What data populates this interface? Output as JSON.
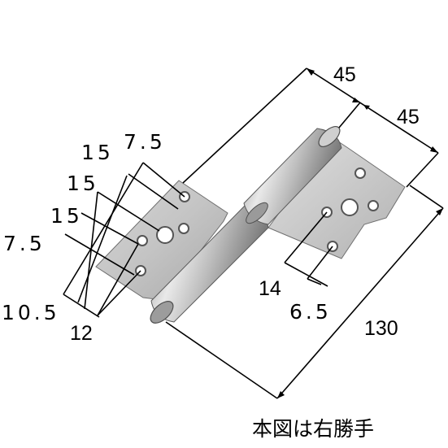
{
  "dimensions": {
    "overall_length": "130",
    "leaf_width_upper": "45",
    "leaf_width_lower": "45",
    "left_hole_offsets": [
      "15",
      "7.5",
      "15",
      "15",
      "7.5"
    ],
    "left_hole_spacing": [
      "10.5",
      "12"
    ],
    "right_hole_spacing": [
      "14",
      "6.5"
    ]
  },
  "caption": "本図は右勝手",
  "colors": {
    "line": "#000000",
    "metal_light": "#d9d9d9",
    "metal_mid": "#b5b5b5",
    "metal_dark": "#7a7a7a",
    "hole": "#ffffff"
  }
}
